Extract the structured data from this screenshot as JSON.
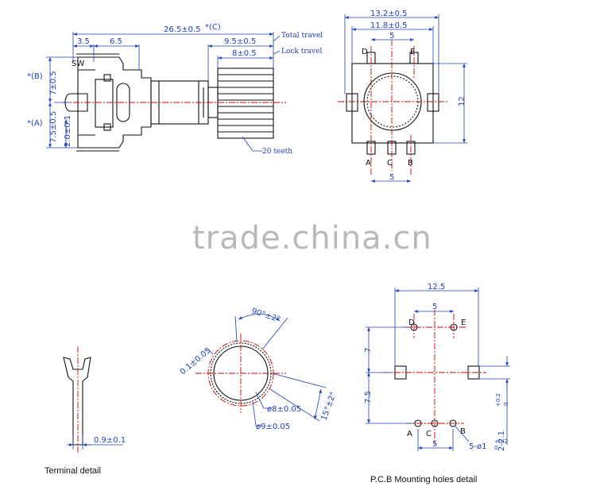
{
  "watermark": "trade.china.cn",
  "colors": {
    "dimension": "#1f3fbf",
    "centerline": "#d00000",
    "outline": "#111111",
    "watermark": "#b9b9b9"
  },
  "side_view": {
    "dims": {
      "total_length": "26.5±0.5",
      "total_length_mark": "*(C)",
      "total_travel": "9.5±0.5",
      "lock_travel": "8±0.5",
      "d_3_5": "3.5",
      "d_6_5": "6.5",
      "height_b": "7±0.5",
      "height_a": "7.5±0.5",
      "pin_2": "2.0±0.1"
    },
    "notes": {
      "total_travel": "Total travel",
      "lock_travel": "Lock travel",
      "teeth": "20 teeth"
    },
    "labels": {
      "sw": "SW",
      "mark_b": "*(B)",
      "mark_a": "*(A)"
    }
  },
  "front_view": {
    "dims": {
      "width_outer": "13.2±0.5",
      "width_inner": "11.8±0.5",
      "pitch_top": "5",
      "pitch_bottom": "5",
      "height": "12"
    },
    "pins": [
      "D",
      "E",
      "A",
      "C",
      "B"
    ]
  },
  "terminal_detail": {
    "dim": "0.9±0.1",
    "caption": "Terminal detail"
  },
  "knurl_detail": {
    "angle": "90°±2°",
    "depth": "0.1±0.05",
    "inner_dia": "ø8±0.05",
    "outer_dia": "ø9±0.05",
    "tooth_angle": "15°±2°"
  },
  "pcb_detail": {
    "width": "12.5",
    "pitch_top": "5",
    "pitch_bottom": "5",
    "upper": "7",
    "lower": "7.5",
    "slot": "2-2.1",
    "slot_tol": "+0.2",
    "slot_tol_low": "0",
    "holes": "5-ø1",
    "holes_tol": "+0.2",
    "holes_tol_low": "0",
    "pins": [
      "D",
      "E",
      "A",
      "C",
      "B"
    ],
    "caption": "P.C.B Mounting holes detail"
  }
}
